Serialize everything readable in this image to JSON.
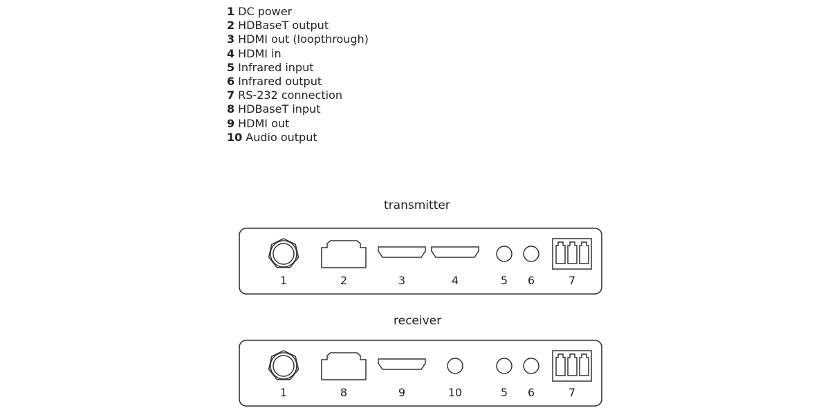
{
  "legend": [
    {
      "num": "1",
      "label": "DC power"
    },
    {
      "num": "2",
      "label": "HDBaseT output"
    },
    {
      "num": "3",
      "label": "HDMI out (loopthrough)"
    },
    {
      "num": "4",
      "label": "HDMI in"
    },
    {
      "num": "5",
      "label": "Infrared input"
    },
    {
      "num": "6",
      "label": "Infrared output"
    },
    {
      "num": "7",
      "label": "RS-232 connection"
    },
    {
      "num": "8",
      "label": "HDBaseT input"
    },
    {
      "num": "9",
      "label": "HDMI out"
    },
    {
      "num": "10",
      "label": "Audio output"
    }
  ],
  "transmitter": {
    "title": "transmitter",
    "ports": [
      {
        "num": "1",
        "type": "dc"
      },
      {
        "num": "2",
        "type": "rj45"
      },
      {
        "num": "3",
        "type": "hdmi"
      },
      {
        "num": "4",
        "type": "hdmi"
      },
      {
        "num": "5",
        "type": "jack"
      },
      {
        "num": "6",
        "type": "jack"
      },
      {
        "num": "7",
        "type": "terminal"
      }
    ]
  },
  "receiver": {
    "title": "receiver",
    "ports": [
      {
        "num": "1",
        "type": "dc"
      },
      {
        "num": "8",
        "type": "rj45"
      },
      {
        "num": "9",
        "type": "hdmi"
      },
      {
        "num": "10",
        "type": "jack"
      },
      {
        "num": "5",
        "type": "jack"
      },
      {
        "num": "6",
        "type": "jack"
      },
      {
        "num": "7",
        "type": "terminal"
      }
    ]
  },
  "colors": {
    "stroke": "#333333"
  }
}
